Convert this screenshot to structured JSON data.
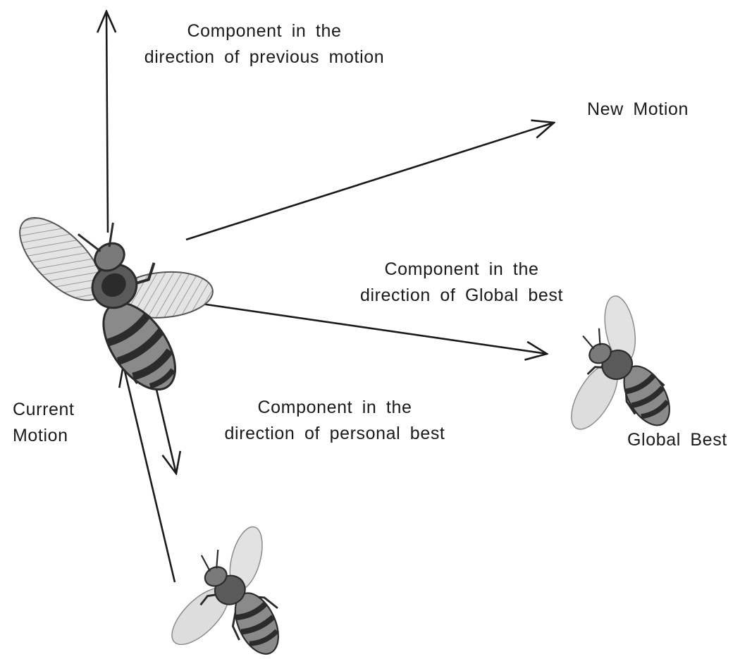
{
  "labels": {
    "previous_motion": {
      "line1": "Component in the",
      "line2": "direction of previous motion"
    },
    "new_motion": "New Motion",
    "global_best_component": {
      "line1": "Component in the",
      "line2": "direction of Global best"
    },
    "personal_best_component": {
      "line1": "Component in the",
      "line2": "direction of personal best"
    },
    "current_motion": {
      "line1": "Current",
      "line2": "Motion"
    },
    "global_best": "Global Best"
  },
  "colors": {
    "ink": "#1a1a1a",
    "bee_stripe": "#2b2b2b",
    "bee_body": "#8a8a8a",
    "wing": "#d8d8d8"
  }
}
